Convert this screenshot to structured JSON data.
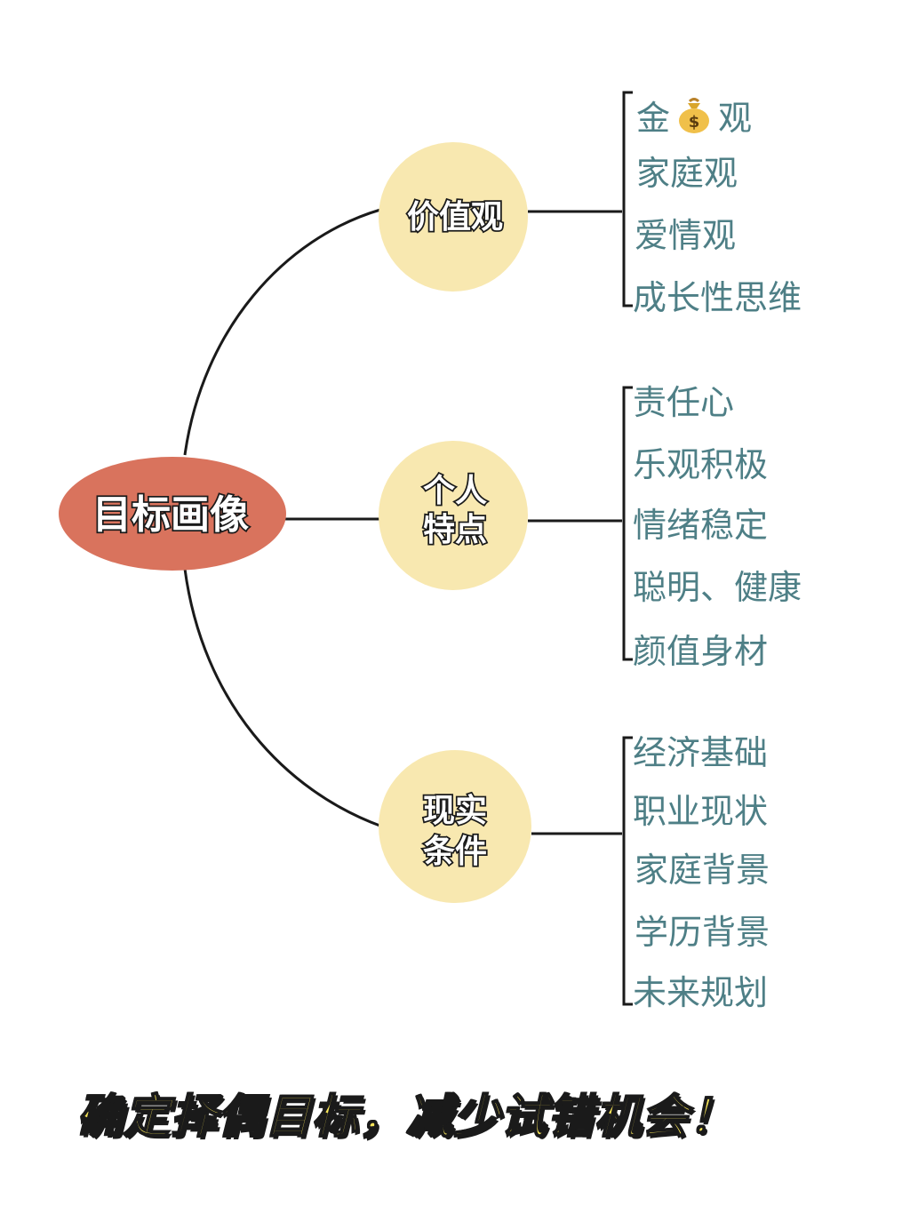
{
  "root": {
    "label": "目标画像",
    "color": "#d9735d"
  },
  "branches": [
    {
      "id": "values",
      "label_lines": [
        "价值观"
      ],
      "items": [
        "金",
        "家庭观",
        "爱情观",
        "成长性思维"
      ],
      "emoji_after_first": "money-bag-icon"
    },
    {
      "id": "personal",
      "label_lines": [
        "个人",
        "特点"
      ],
      "items": [
        "责任心",
        "乐观积极",
        "情绪稳定",
        "聪明、健康",
        "颜值身材"
      ]
    },
    {
      "id": "reality",
      "label_lines": [
        "现实",
        "条件"
      ],
      "items": [
        "经济基础",
        "职业现状",
        "家庭背景",
        "学历背景",
        "未来规划"
      ]
    }
  ],
  "first_item_suffix": "观",
  "colors": {
    "branch_circle": "#f8e8b0",
    "leaf_text": "#4e7f86",
    "line": "#1a1a1a",
    "slogan": "#f7e55a"
  },
  "slogan": "确定择偶目标，减少试错机会！"
}
